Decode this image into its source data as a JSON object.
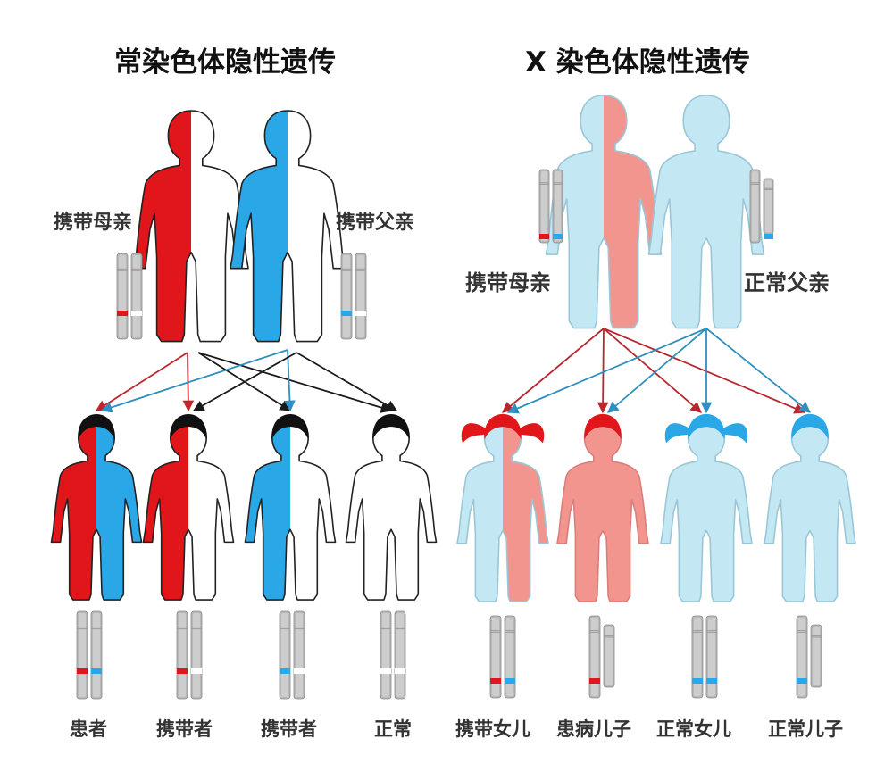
{
  "panels": {
    "autosomal": {
      "title": "常染色体隐性遗传",
      "mother_label": "携带母亲",
      "father_label": "携带父亲",
      "children": [
        "患者",
        "携带者",
        "携带者",
        "正常"
      ]
    },
    "x_linked": {
      "title": "X 染色体隐性遗传",
      "mother_label": "携带母亲",
      "father_label": "正常父亲",
      "children": [
        "携带女儿",
        "患病儿子",
        "正常女儿",
        "正常儿子"
      ]
    }
  },
  "colors": {
    "maternal_red": "#e0161a",
    "paternal_blue": "#2aa7e6",
    "x_red_light": "#f3958f",
    "x_blue_light": "#c4e7f4",
    "arrow_black": "#1a1a1a",
    "arrow_red": "#b8272d",
    "arrow_blue": "#2f8fbf",
    "chromosome_gray": "#b8b8b8"
  },
  "icons": [
    "adult-silhouette",
    "child-silhouette",
    "chromosome-pair",
    "inheritance-arrow"
  ]
}
